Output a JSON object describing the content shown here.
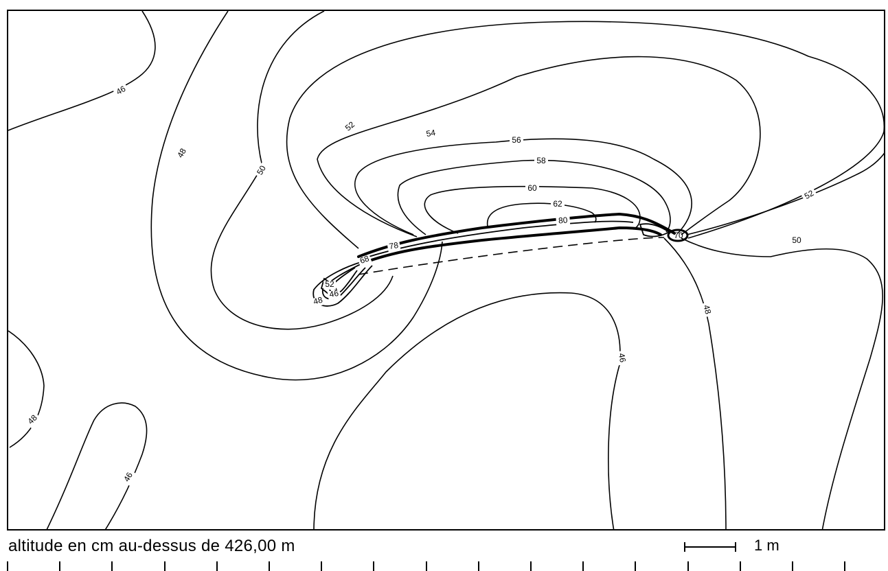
{
  "map": {
    "caption": "altitude en  cm  au-dessus  de  426,00 m",
    "scale_label": "1 m",
    "contour_labels": [
      {
        "id": "46-nw",
        "text": "46"
      },
      {
        "id": "48-w",
        "text": "48"
      },
      {
        "id": "50-w",
        "text": "50"
      },
      {
        "id": "52-n",
        "text": "52"
      },
      {
        "id": "54",
        "text": "54"
      },
      {
        "id": "56",
        "text": "56"
      },
      {
        "id": "58",
        "text": "58"
      },
      {
        "id": "60",
        "text": "60"
      },
      {
        "id": "62",
        "text": "62"
      },
      {
        "id": "80",
        "text": "80"
      },
      {
        "id": "78",
        "text": "78"
      },
      {
        "id": "68",
        "text": "68"
      },
      {
        "id": "52-tip",
        "text": "52"
      },
      {
        "id": "46-tip",
        "text": "46"
      },
      {
        "id": "48-tip",
        "text": "48"
      },
      {
        "id": "70",
        "text": "70"
      },
      {
        "id": "52-e",
        "text": "52"
      },
      {
        "id": "50-e",
        "text": "50"
      },
      {
        "id": "48-se",
        "text": "48"
      },
      {
        "id": "46-s",
        "text": "46"
      },
      {
        "id": "48-sw",
        "text": "48"
      },
      {
        "id": "46-sw",
        "text": "46"
      }
    ]
  }
}
